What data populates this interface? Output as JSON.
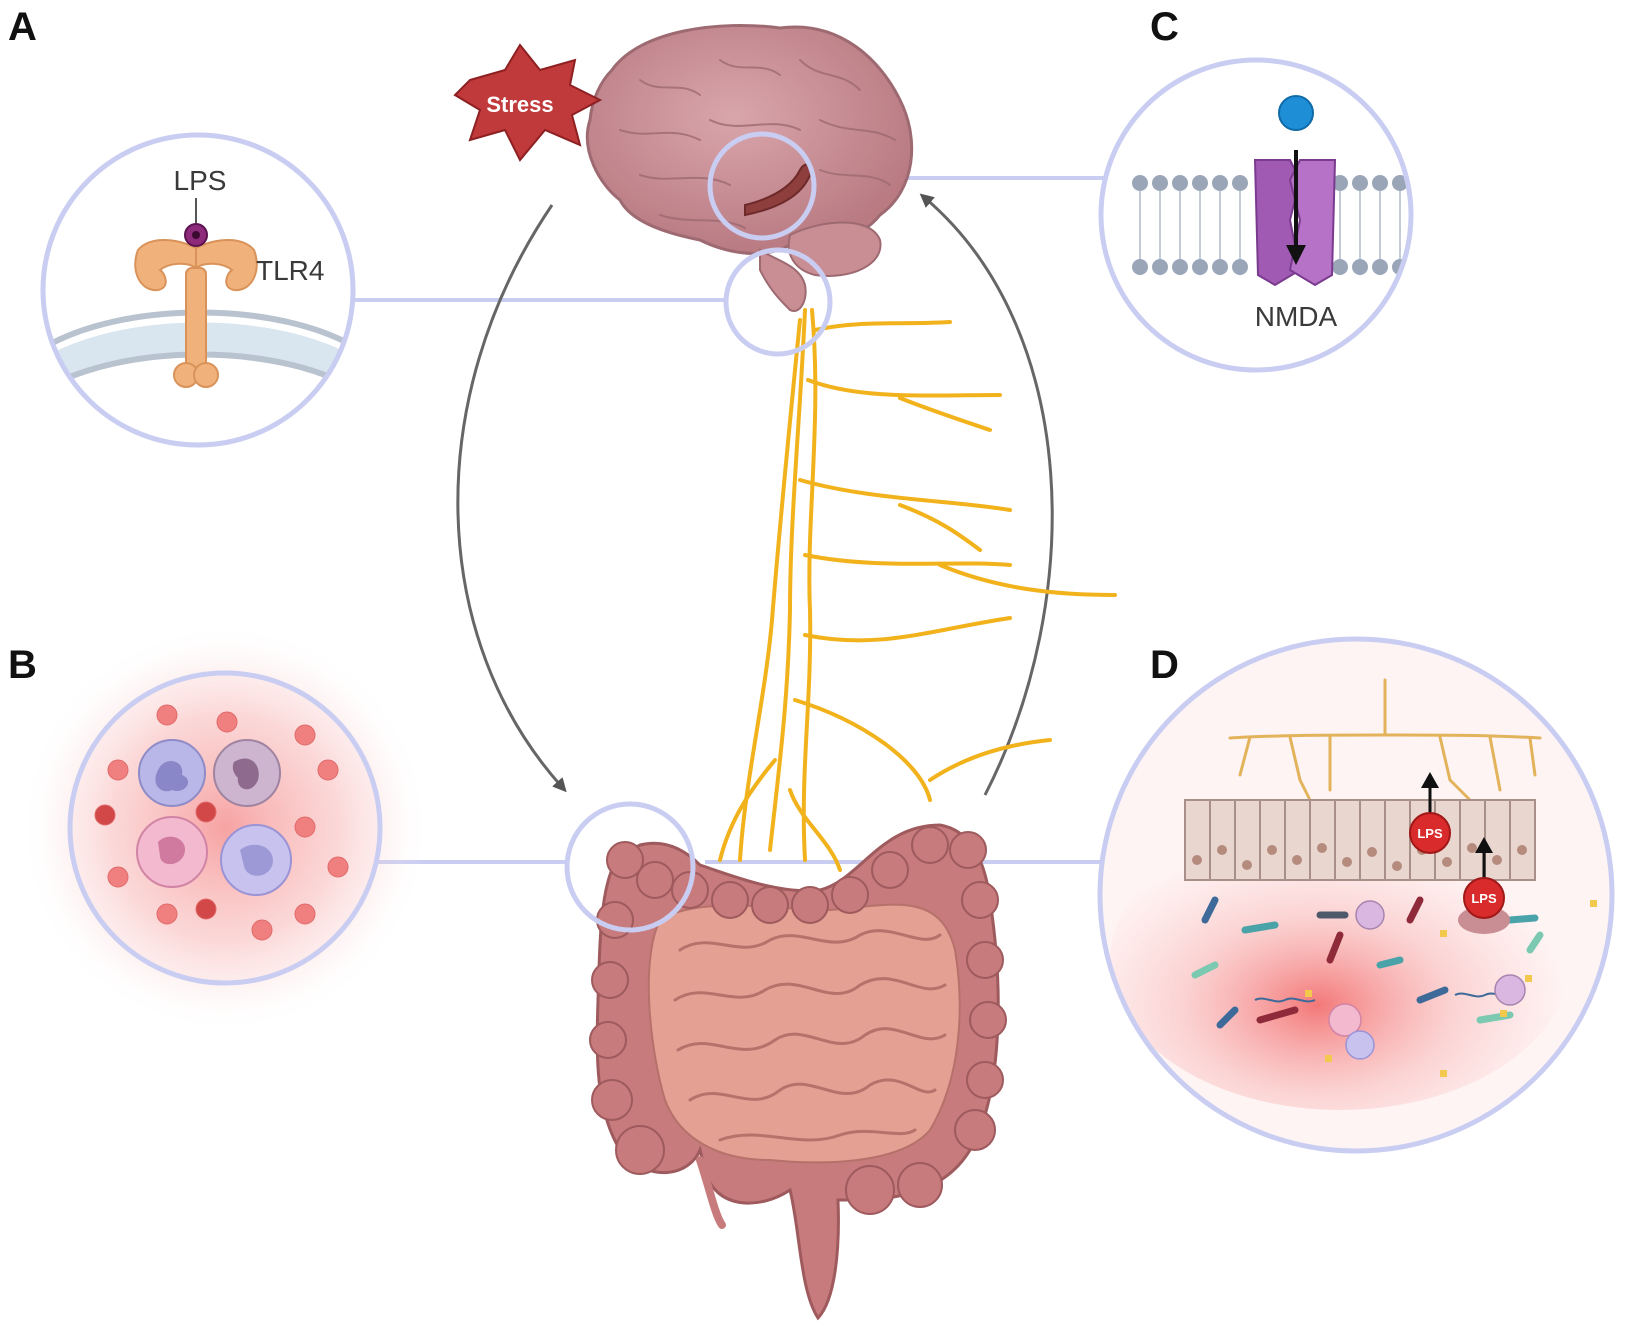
{
  "panels": {
    "a": "A",
    "b": "B",
    "c": "C",
    "d": "D"
  },
  "labels": {
    "stress": "Stress",
    "lps": "LPS",
    "tlr4": "TLR4",
    "nmda": "NMDA",
    "lps_d1": "LPS",
    "lps_d2": "LPS"
  },
  "colors": {
    "callout_ring": "#c9cdf2",
    "nerve": "#f2b21c",
    "brain": "#c98e94",
    "intestine": "#e3a093",
    "colon": "#c77b7c",
    "stress_star": "#c0393b",
    "receptor_tlr4": "#f0b27a",
    "nmda_channel": "#a05ab4",
    "lps_badge": "#d92b2b",
    "inflammation": "#f26a6a"
  },
  "icons": {
    "brain": "brain-icon",
    "intestine": "intestine-icon",
    "vagus": "vagus-nerve-icon",
    "stress": "stress-burst-icon"
  }
}
